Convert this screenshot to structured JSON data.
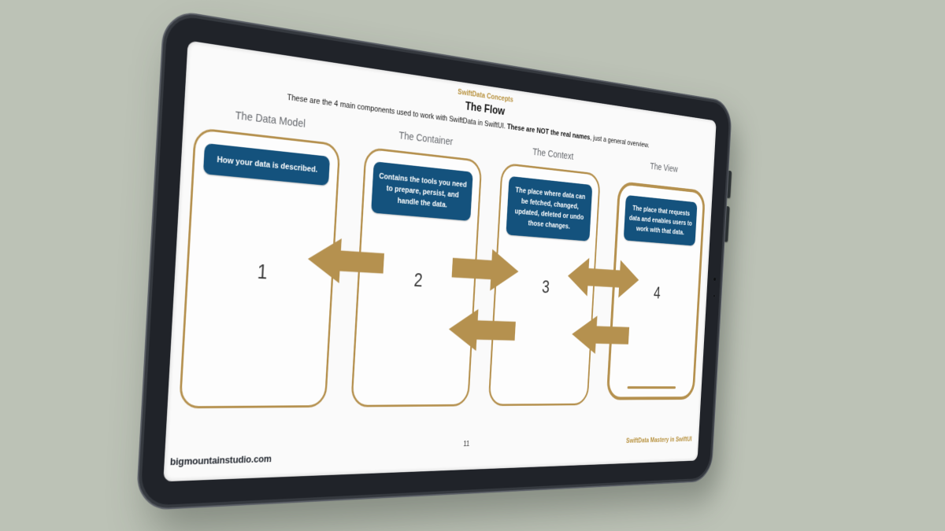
{
  "scene": {
    "background_color": "#bcc2b6",
    "device_type": "tablet"
  },
  "slide": {
    "eyebrow": "SwiftData Concepts",
    "title": "The Flow",
    "intro": {
      "prefix": "These are the 4 main components used to work with SwiftData in SwiftUI. ",
      "bold": "These are NOT the real names",
      "suffix": ", just a general overview."
    },
    "cards": [
      {
        "heading": "The Data Model",
        "description": "How your data is described.",
        "number": "1",
        "variant": "panel"
      },
      {
        "heading": "The Container",
        "description": "Contains the tools you need to prepare, persist, and handle the data.",
        "number": "2",
        "variant": "panel"
      },
      {
        "heading": "The Context",
        "description": "The place where data can be fetched, changed, updated, deleted or undo those changes.",
        "number": "3",
        "variant": "panel"
      },
      {
        "heading": "The View",
        "description": "The place that requests data and enables users to work with that data.",
        "number": "4",
        "variant": "phone"
      }
    ],
    "arrows": [
      {
        "id": "container-to-datamodel",
        "row": "top",
        "direction": "left"
      },
      {
        "id": "container-to-context",
        "row": "top",
        "direction": "right"
      },
      {
        "id": "context-view-bidirectional",
        "row": "top",
        "direction": "both"
      },
      {
        "id": "context-to-container",
        "row": "bottom",
        "direction": "left"
      },
      {
        "id": "view-to-context",
        "row": "bottom",
        "direction": "left"
      }
    ],
    "page_number": "11",
    "footer_left": "bigmountainstudio.com",
    "footer_right": "SwiftData Mastery in SwiftUI",
    "colors": {
      "gold": "#b5914f",
      "navy": "#14527d"
    }
  }
}
